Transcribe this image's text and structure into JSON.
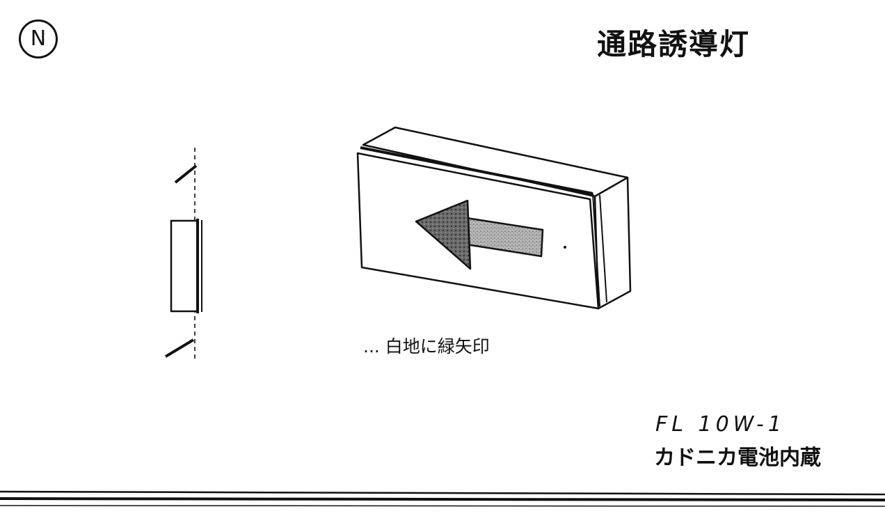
{
  "drawing": {
    "circle_label": "N",
    "title": "通路誘導灯",
    "arrow_note": "... 白地に緑矢印",
    "spec_line1": "FL 10W-1",
    "spec_line2": "カドニカ電池内蔵"
  },
  "colors": {
    "ink": "#111111",
    "paper": "#ffffff",
    "arrow_fill": "#555555"
  }
}
